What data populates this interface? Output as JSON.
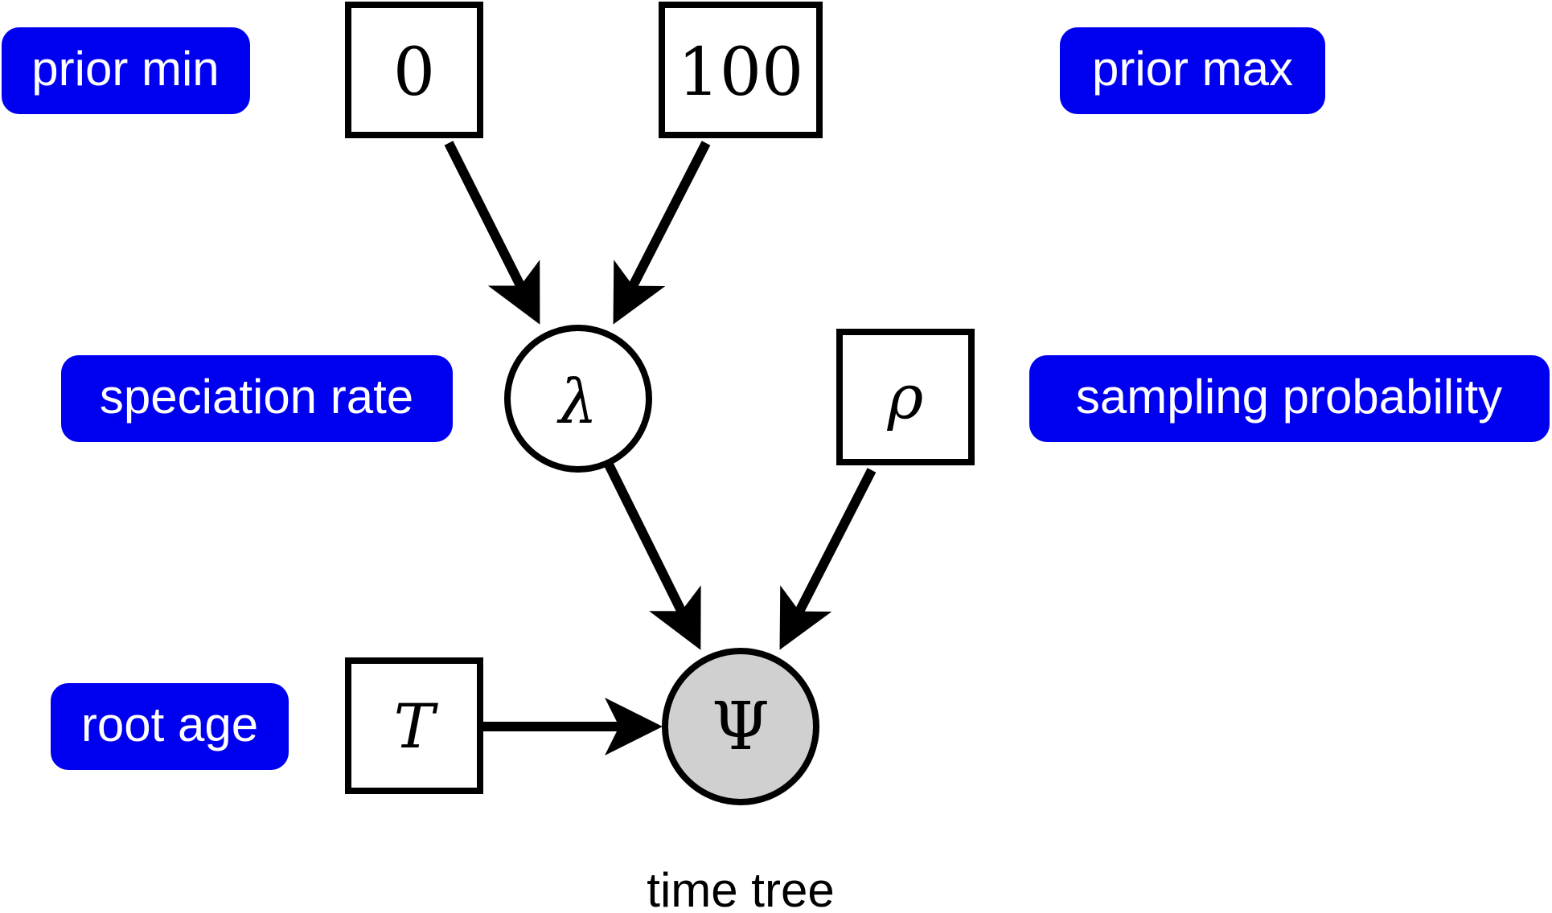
{
  "labels": {
    "prior_min": "prior min",
    "prior_max": "prior max",
    "speciation_rate": "speciation rate",
    "sampling_probability": "sampling probability",
    "root_age": "root age"
  },
  "nodes": {
    "prior_min_value": "0",
    "prior_max_value": "100",
    "lambda": "λ",
    "rho": "ρ",
    "root_age": "T",
    "tree": "Ψ"
  },
  "caption": "time tree",
  "colors": {
    "label_bg": "#0000f0",
    "label_text": "#ffffff",
    "observed_fill": "#d0d0d0",
    "edge": "#000000"
  }
}
